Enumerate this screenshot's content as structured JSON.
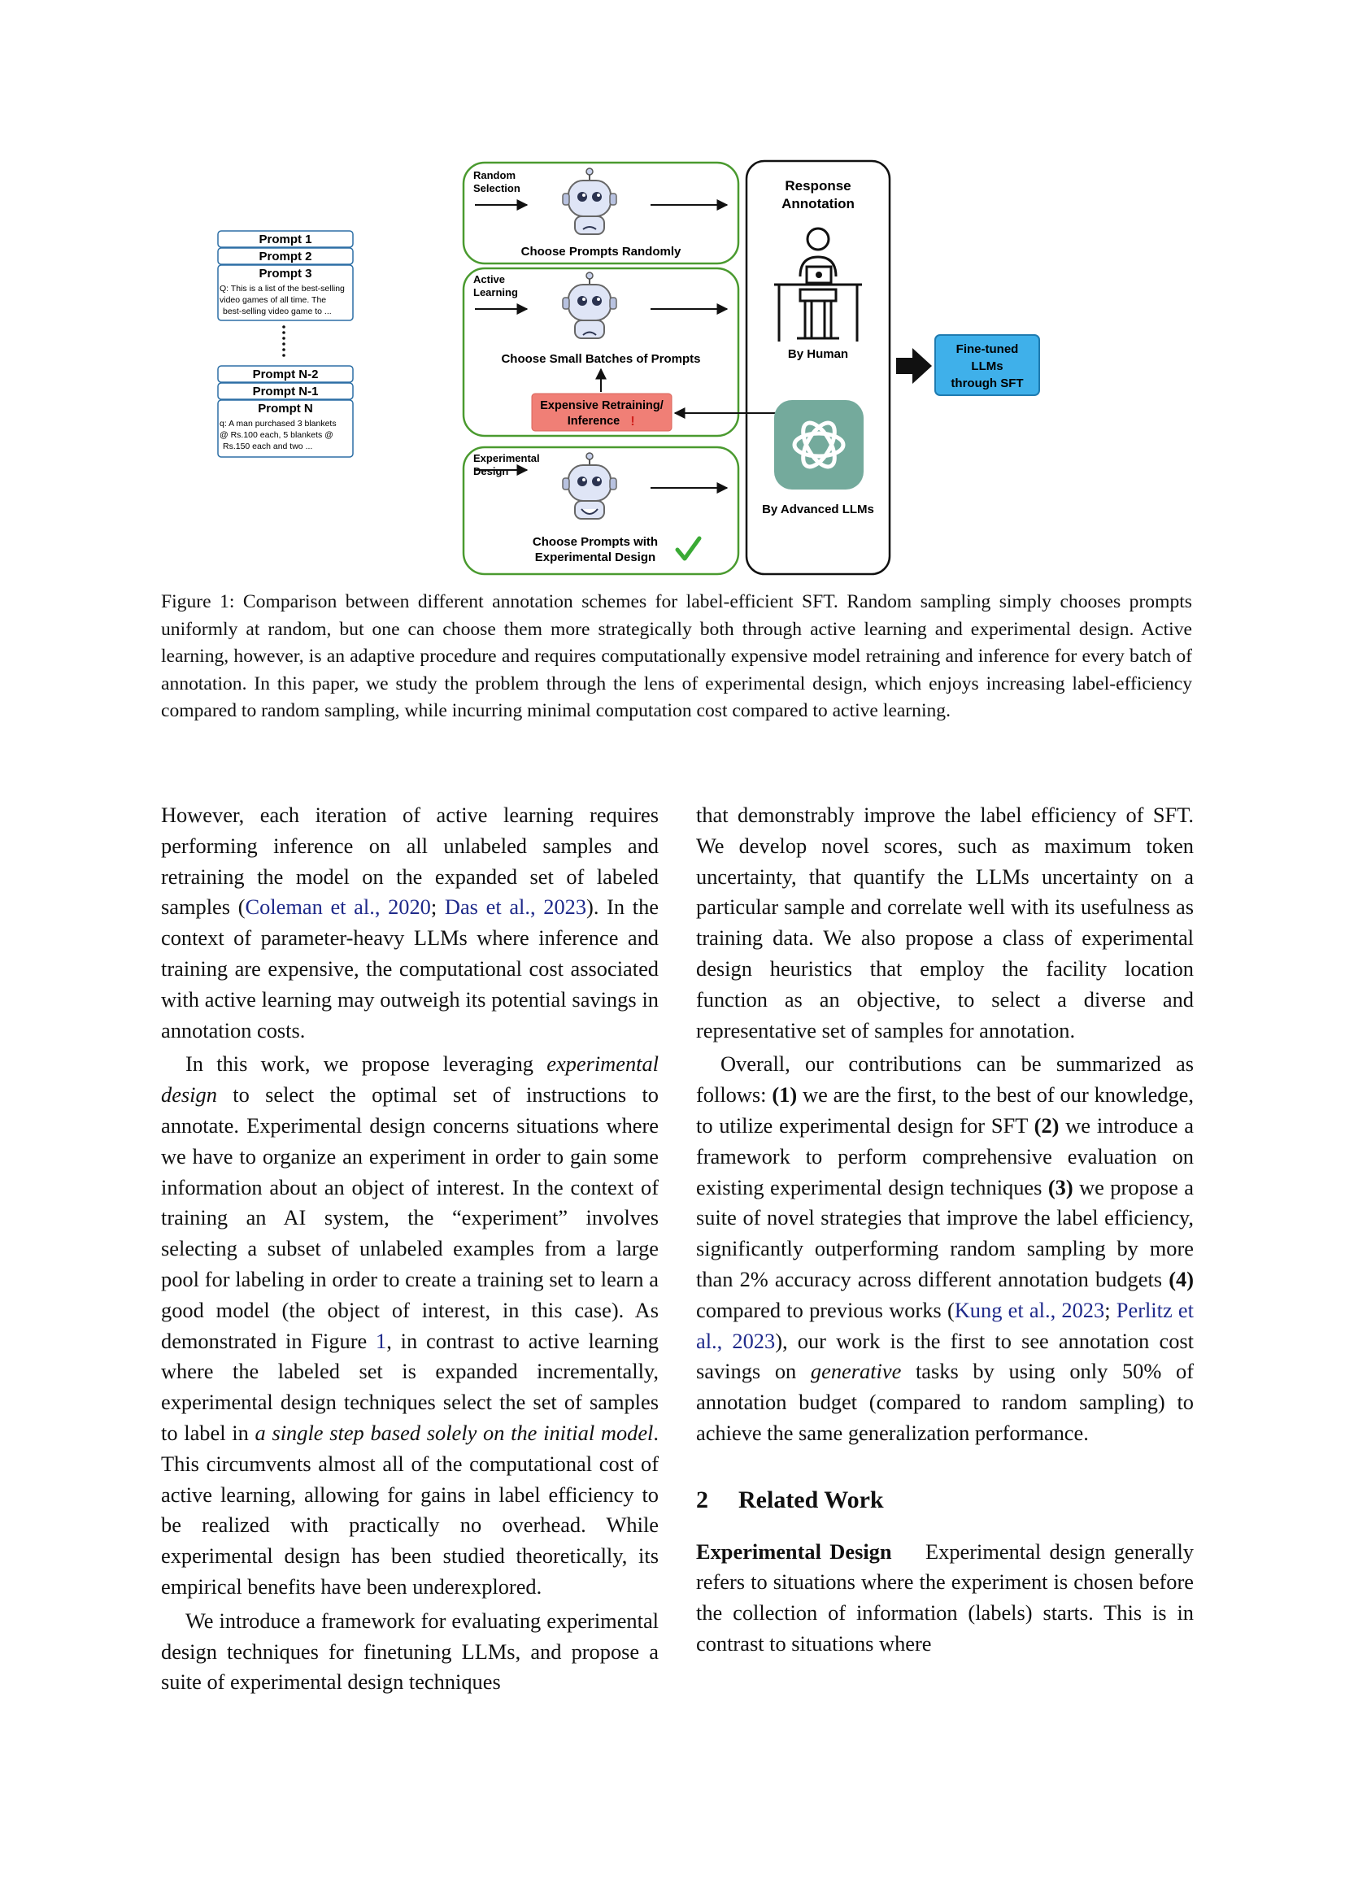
{
  "figure": {
    "prompt_pool": {
      "top_items": [
        "Prompt 1",
        "Prompt 2",
        "Prompt 3"
      ],
      "top_text": [
        "Q: This is a list of the best-selling",
        "video games of all time. The",
        "best-selling video game to ..."
      ],
      "bottom_items": [
        "Prompt N-2",
        "Prompt N-1",
        "Prompt N"
      ],
      "bottom_text": [
        "q: A man purchased 3 blankets",
        "@ Rs.100 each, 5 blankets @",
        "Rs.150 each and two ..."
      ]
    },
    "panels": {
      "random": {
        "label_line1": "Random",
        "label_line2": "Selection",
        "caption": "Choose Prompts Randomly"
      },
      "active": {
        "label_line1": "Active",
        "label_line2": "Learning",
        "caption": "Choose Small Batches of Prompts",
        "retrain_line1": "Expensive Retraining/",
        "retrain_line2": "Inference",
        "exclaim": "!"
      },
      "experimental": {
        "label_line1": "Experimental",
        "label_line2": "Design",
        "caption_line1": "Choose Prompts with",
        "caption_line2": "Experimental Design"
      }
    },
    "annotation": {
      "title_line1": "Response",
      "title_line2": "Annotation",
      "human_label": "By Human",
      "llm_label": "By Advanced LLMs"
    },
    "output": {
      "line1": "Fine-tuned",
      "line2": "LLMs",
      "line3": "through SFT"
    },
    "colors": {
      "panel_border": "#4a9a2f",
      "retrain_fill": "#f07f76",
      "output_fill": "#3fb0ea",
      "logo_fill": "#74aa9c",
      "check": "#3aaa35"
    },
    "icons": [
      "robot-sad-icon",
      "robot-worried-icon",
      "robot-happy-icon",
      "human-with-laptop-icon",
      "openai-logo-icon",
      "checkmark-icon",
      "arrow-right-icon"
    ]
  },
  "caption": {
    "text": "Figure 1: Comparison between different annotation schemes for label-efficient SFT. Random sampling simply chooses prompts uniformly at random, but one can choose them more strategically both through active learning and experimental design. Active learning, however, is an adaptive procedure and requires computationally expensive model retraining and inference for every batch of annotation. In this paper, we study the problem through the lens of experimental design, which enjoys increasing label-efficiency compared to random sampling, while incurring minimal computation cost compared to active learning."
  },
  "left_column": {
    "p1": {
      "a": "However, each iteration of active learning requires performing inference on all unlabeled samples and retraining the model on the expanded set of labeled samples (",
      "cite1": "Coleman et al., 2020",
      "sep": "; ",
      "cite2": "Das et al., 2023",
      "b": "). In the context of parameter-heavy LLMs where inference and training are expensive, the computational cost associated with active learning may outweigh its potential savings in annotation costs."
    },
    "p2": {
      "a": "In this work, we propose leveraging ",
      "em1": "experimental design",
      "b": " to select the optimal set of instructions to annotate. Experimental design concerns situations where we have to organize an experiment in order to gain some information about an object of interest. In the context of training an AI system, the “experiment” involves selecting a subset of unlabeled examples from a large pool for labeling in order to create a training set to learn a good model (the object of interest, in this case). As demonstrated in Figure ",
      "figref": "1",
      "c": ", in contrast to active learning where the labeled set is expanded incrementally, experimental design techniques select the set of samples to label in ",
      "em2": "a single step based solely on the initial model",
      "d": ". This circumvents almost all of the computational cost of active learning, allowing for gains in label efficiency to be realized with practically no overhead. While experimental design has been studied theoretically, its empirical benefits have been underexplored."
    },
    "p3": {
      "text": "We introduce a framework for evaluating experimental design techniques for finetuning LLMs, and propose a suite of experimental design techniques"
    }
  },
  "right_column": {
    "p1": {
      "text": "that demonstrably improve the label efficiency of SFT. We develop novel scores, such as maximum token uncertainty, that quantify the LLMs uncertainty on a particular sample and correlate well with its usefulness as training data. We also propose a class of experimental design heuristics that employ the facility location function as an objective, to select a diverse and representative set of samples for annotation."
    },
    "p2": {
      "a": "Overall, our contributions can be summarized as follows: ",
      "b1": "(1)",
      "a2": " we are the first, to the best of our knowledge, to utilize experimental design for SFT ",
      "b2": "(2)",
      "a3": " we introduce a framework to perform comprehensive evaluation on existing experimental design techniques ",
      "b3": "(3)",
      "a4": " we propose a suite of novel strategies that improve the label efficiency, significantly outperforming random sampling by more than 2% accuracy across different annotation budgets ",
      "b4": "(4)",
      "a5": " compared to previous works (",
      "cite1": "Kung et al., 2023",
      "sep": "; ",
      "cite2": "Perlitz et al., 2023",
      "a6": "), our work is the first to see annotation cost savings on ",
      "em": "generative",
      "a7": " tasks by using only 50% of annotation budget (compared to random sampling) to achieve the same generalization performance."
    },
    "section": {
      "number": "2",
      "title": "Related Work"
    },
    "p3": {
      "runin": "Experimental Design",
      "text": "Experimental design generally refers to situations where the experiment is chosen before the collection of information (labels) starts. This is in contrast to situations where"
    }
  }
}
